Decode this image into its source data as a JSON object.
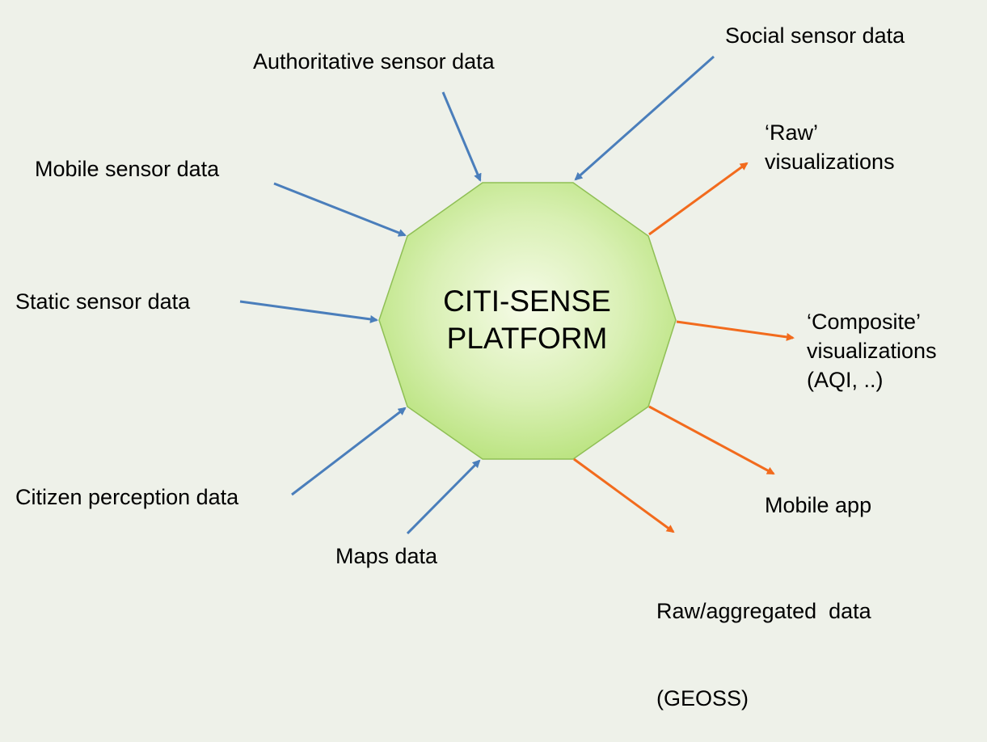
{
  "center": {
    "line1": "CITI-SENSE",
    "line2": "PLATFORM"
  },
  "inputs": [
    "Authoritative sensor data",
    "Social sensor data",
    "Mobile sensor data",
    "Static sensor data",
    "Citizen perception data",
    "Maps data"
  ],
  "outputs": {
    "raw_viz": [
      "‘Raw’",
      "visualizations"
    ],
    "composite_viz": [
      "‘Composite’",
      "visualizations",
      "(AQI, ..)"
    ],
    "mobile_app": "Mobile app",
    "raw_data": [
      "Raw/aggregated  data",
      "(GEOSS)"
    ]
  },
  "colors": {
    "background": "#eef1e9",
    "input_arrow": "#4a7ebb",
    "output_arrow": "#f26b1d",
    "platform_fill_center": "#f6fbe8",
    "platform_fill_edge": "#b7e27a",
    "platform_stroke": "#8fbf55"
  }
}
